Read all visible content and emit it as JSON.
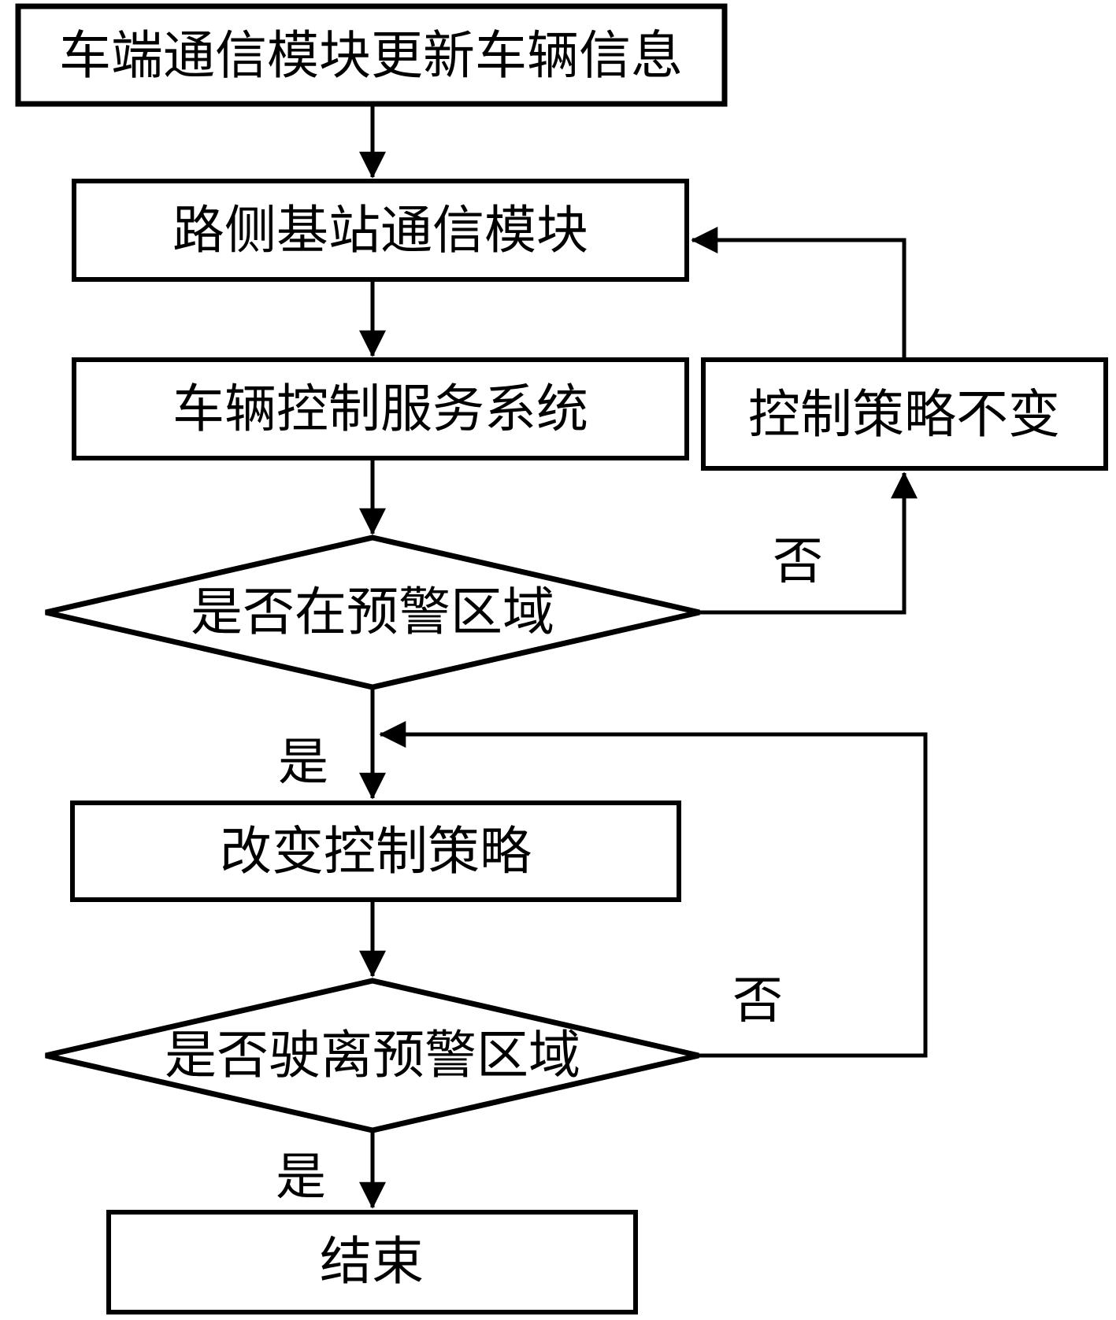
{
  "diagram": {
    "type": "flowchart",
    "colors": {
      "stroke": "#000000",
      "fill": "#ffffff",
      "text": "#000000"
    },
    "nodes": {
      "update_vehicle_info": {
        "shape": "rect",
        "label": "车端通信模块更新车辆信息"
      },
      "roadside_station": {
        "shape": "rect",
        "label": "路侧基站通信模块"
      },
      "vehicle_control_service": {
        "shape": "rect",
        "label": "车辆控制服务系统"
      },
      "keep_strategy": {
        "shape": "rect",
        "label": "控制策略不变"
      },
      "in_warning_area": {
        "shape": "diamond",
        "label": "是否在预警区域"
      },
      "change_strategy": {
        "shape": "rect",
        "label": "改变控制策略"
      },
      "left_warning_area": {
        "shape": "diamond",
        "label": "是否驶离预警区域"
      },
      "end": {
        "shape": "rect",
        "label": "结束"
      }
    },
    "edge_labels": {
      "no1": "否",
      "yes1": "是",
      "no2": "否",
      "yes2": "是"
    }
  }
}
